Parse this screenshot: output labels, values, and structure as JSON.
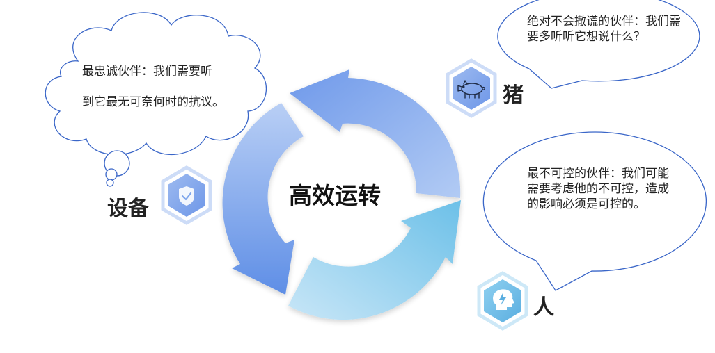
{
  "diagram": {
    "center_title": "高效运转",
    "nodes": [
      {
        "id": "device",
        "label": "设备",
        "icon": "shield-check-icon",
        "icon_color": "#7fa6ec",
        "callout_shape": "cloud",
        "callout_text_line1": "最忠诚伙伴：我们需要听",
        "callout_text_line2": "到它最无可奈何时的抗议。"
      },
      {
        "id": "pig",
        "label": "猪",
        "icon": "pig-icon",
        "icon_color": "#7fa6ec",
        "callout_shape": "speech-bubble",
        "callout_text": "绝对不会撒谎的伙伴：我们需要多听听它想说什么？"
      },
      {
        "id": "human",
        "label": "人",
        "icon": "head-lightning-icon",
        "icon_color": "#6cb8e6",
        "callout_shape": "speech-bubble",
        "callout_text": "最不可控的伙伴：我们可能需要考虑他的不可控，造成的影响必须是可控的。"
      }
    ],
    "colors": {
      "arrow_blue_dark": "#5f8fe6",
      "arrow_blue_light": "#a9c4f2",
      "arrow_cyan": "#6cc0e8",
      "arrow_cyan_light": "#b9e0f5",
      "outline": "#3a66c8",
      "hexagon_fill": "#7fa6ec",
      "hexagon_border": "#cddcf7"
    }
  }
}
